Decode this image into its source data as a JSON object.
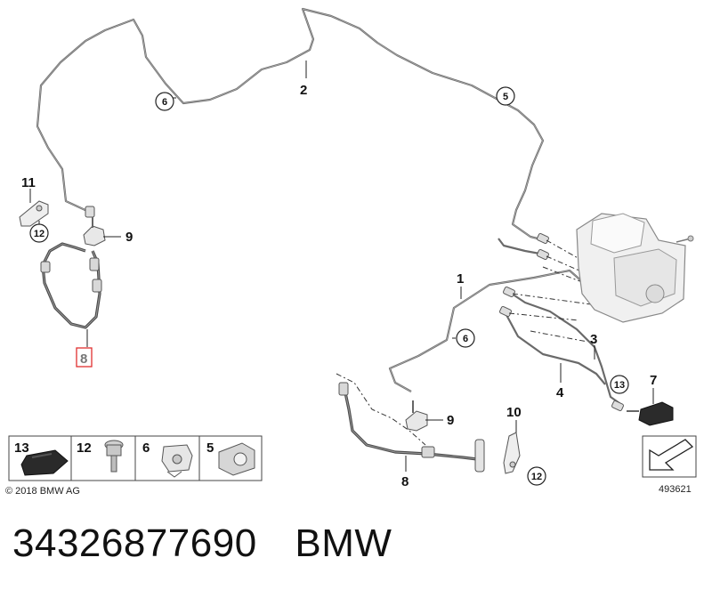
{
  "callouts": {
    "c1": "1",
    "c2": "2",
    "c3": "3",
    "c4": "4",
    "c7": "7",
    "c8_top": "8",
    "c8_bottom": "8",
    "c9_top": "9",
    "c9_bottom": "9",
    "c10": "10",
    "c11": "11"
  },
  "circled_callouts": {
    "c5": "5",
    "c6_top": "6",
    "c6_mid": "6",
    "c12_left": "12",
    "c12_right": "12",
    "c13": "13"
  },
  "legend": {
    "items": [
      {
        "number": "13",
        "icon": "grommet-icon"
      },
      {
        "number": "12",
        "icon": "bolt-icon"
      },
      {
        "number": "6",
        "icon": "clip-icon"
      },
      {
        "number": "5",
        "icon": "pipe-holder-icon"
      }
    ]
  },
  "copyright": "© 2018 BMW AG",
  "diagram_id": "493621",
  "part_number": "34326877690",
  "brand": "BMW",
  "colors": {
    "line": "#555555",
    "highlight_box": "#e03030",
    "text": "#111111"
  }
}
